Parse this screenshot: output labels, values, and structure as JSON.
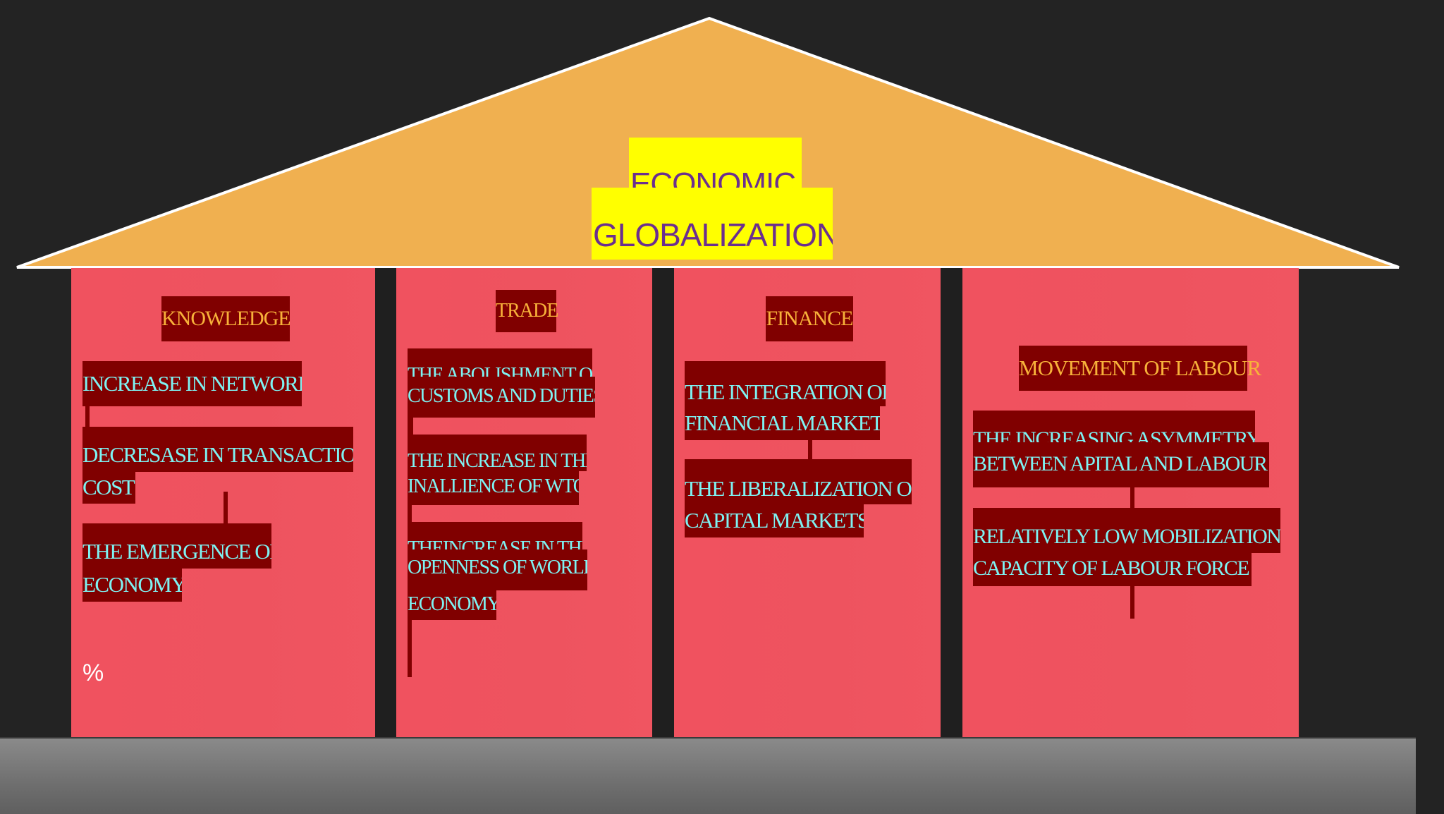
{
  "title": {
    "line1": "ECONOMIC",
    "line2": "GLOBALIZATION"
  },
  "colors": {
    "background": "#232323",
    "roof": "#f0b050",
    "title_bg": "#ffff00",
    "title_text": "#6b2f8f",
    "pillar": "#f0525f",
    "label_bg": "#800000",
    "label_text": "#7ef2f2",
    "heading_text": "#f7b13a",
    "base": "#7a7a7a"
  },
  "pillars": [
    {
      "heading": "KNOWLEDGE",
      "items": [
        "INCREASE IN NETWORK",
        "DECRESASE IN TRANSACTION",
        "COST",
        "THE EMERGENCE OF",
        "ECONOMY"
      ],
      "note": "%"
    },
    {
      "heading": "TRADE",
      "items": [
        "THE ABOLISHMENT OF",
        "CUSTOMS AND DUTIES",
        "THE INCREASE IN THE",
        "INALLIENCE OF WTO",
        "THEINCREASE IN THE",
        "OPENNESS OF WORLD",
        "ECONOMY"
      ]
    },
    {
      "heading": "FINANCE",
      "items": [
        "THE INTEGRATION OF",
        "FINANCIAL MARKETS",
        "THE LIBERALIZATION OF",
        "CAPITAL MARKETS"
      ]
    },
    {
      "heading": "MOVEMENT OF LABOUR",
      "items": [
        "THE INCREASING ASYMMETRY",
        "BETWEEN APITAL AND LABOUR",
        "RELATIVELY LOW MOBILIZATION",
        "CAPACITY OF LABOUR FORCE"
      ]
    }
  ]
}
